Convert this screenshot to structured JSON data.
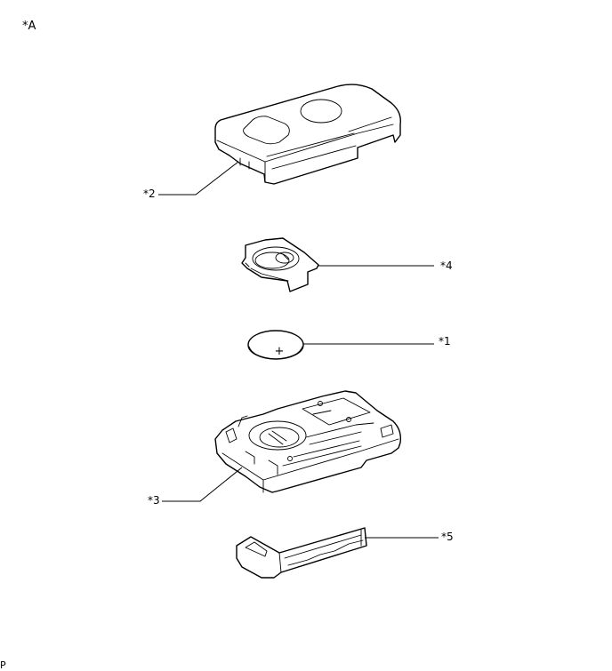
{
  "view_label": "*A",
  "page_mark": "P",
  "callouts": {
    "c1": "*1",
    "c2": "*2",
    "c3": "*3",
    "c4": "*4",
    "c5": "*5"
  },
  "battery_mark": "+"
}
